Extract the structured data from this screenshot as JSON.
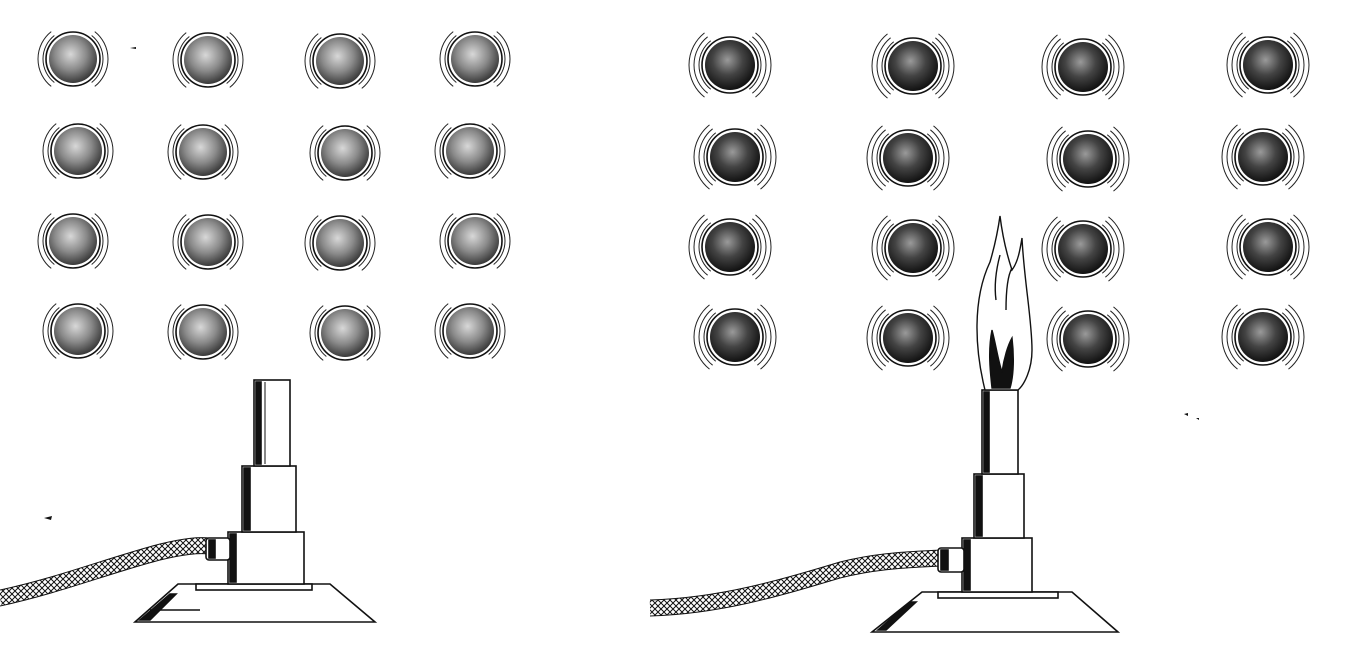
{
  "panels": [
    {
      "id": "cold",
      "burner_lit": false,
      "particle_rows": 4,
      "particle_cols": 4,
      "vibration": "low"
    },
    {
      "id": "hot",
      "burner_lit": true,
      "particle_rows": 4,
      "particle_cols": 4,
      "vibration": "high"
    }
  ],
  "colors": {
    "ink": "#111111",
    "paper": "#ffffff",
    "particle_dark": "#1a1a1a",
    "particle_light": "#9a9a9a"
  }
}
